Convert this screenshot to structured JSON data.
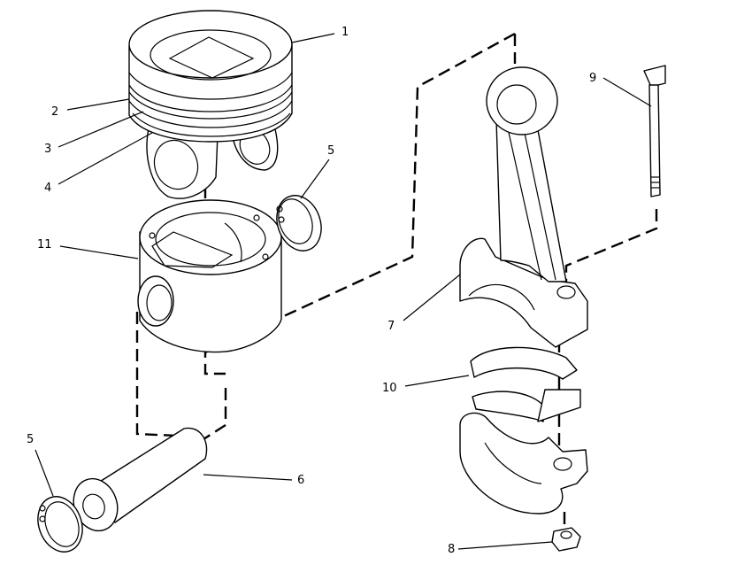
{
  "callouts": {
    "c1": "1",
    "c2": "2",
    "c3": "3",
    "c4": "4",
    "c5a": "5",
    "c5b": "5",
    "c6": "6",
    "c7": "7",
    "c8": "8",
    "c9": "9",
    "c10": "10",
    "c11": "11"
  }
}
